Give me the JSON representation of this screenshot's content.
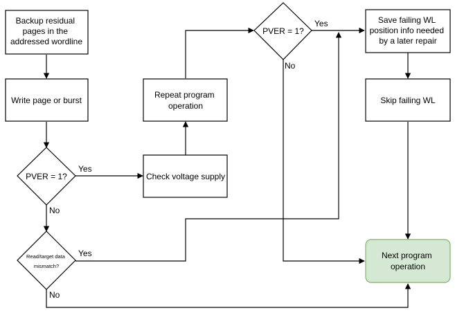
{
  "nodes": {
    "backup": {
      "lines": [
        "Backup residual",
        "pages in the",
        "addressed wordline"
      ]
    },
    "write": {
      "lines": [
        "Write page or burst"
      ]
    },
    "pver1": {
      "lines": [
        "PVER = 1?"
      ]
    },
    "mismatch": {
      "lines": [
        "Read/target data",
        "mismatch?"
      ]
    },
    "check": {
      "lines": [
        "Check voltage supply"
      ]
    },
    "repeat": {
      "lines": [
        "Repeat program",
        "operation"
      ]
    },
    "pver2": {
      "lines": [
        "PVER = 1?"
      ]
    },
    "save": {
      "lines": [
        "Save failing WL",
        "position info needed",
        "by a later repair"
      ]
    },
    "skip": {
      "lines": [
        "Skip failing WL"
      ]
    },
    "next": {
      "lines": [
        "Next program",
        "operation"
      ]
    }
  },
  "edge_labels": {
    "pver1_yes": "Yes",
    "pver1_no": "No",
    "mismatch_yes": "Yes",
    "mismatch_no": "No",
    "pver2_yes": "Yes",
    "pver2_no": "No"
  },
  "colors": {
    "stroke": "#000000",
    "next_fill": "#d5e8d4",
    "next_stroke": "#82b366"
  }
}
